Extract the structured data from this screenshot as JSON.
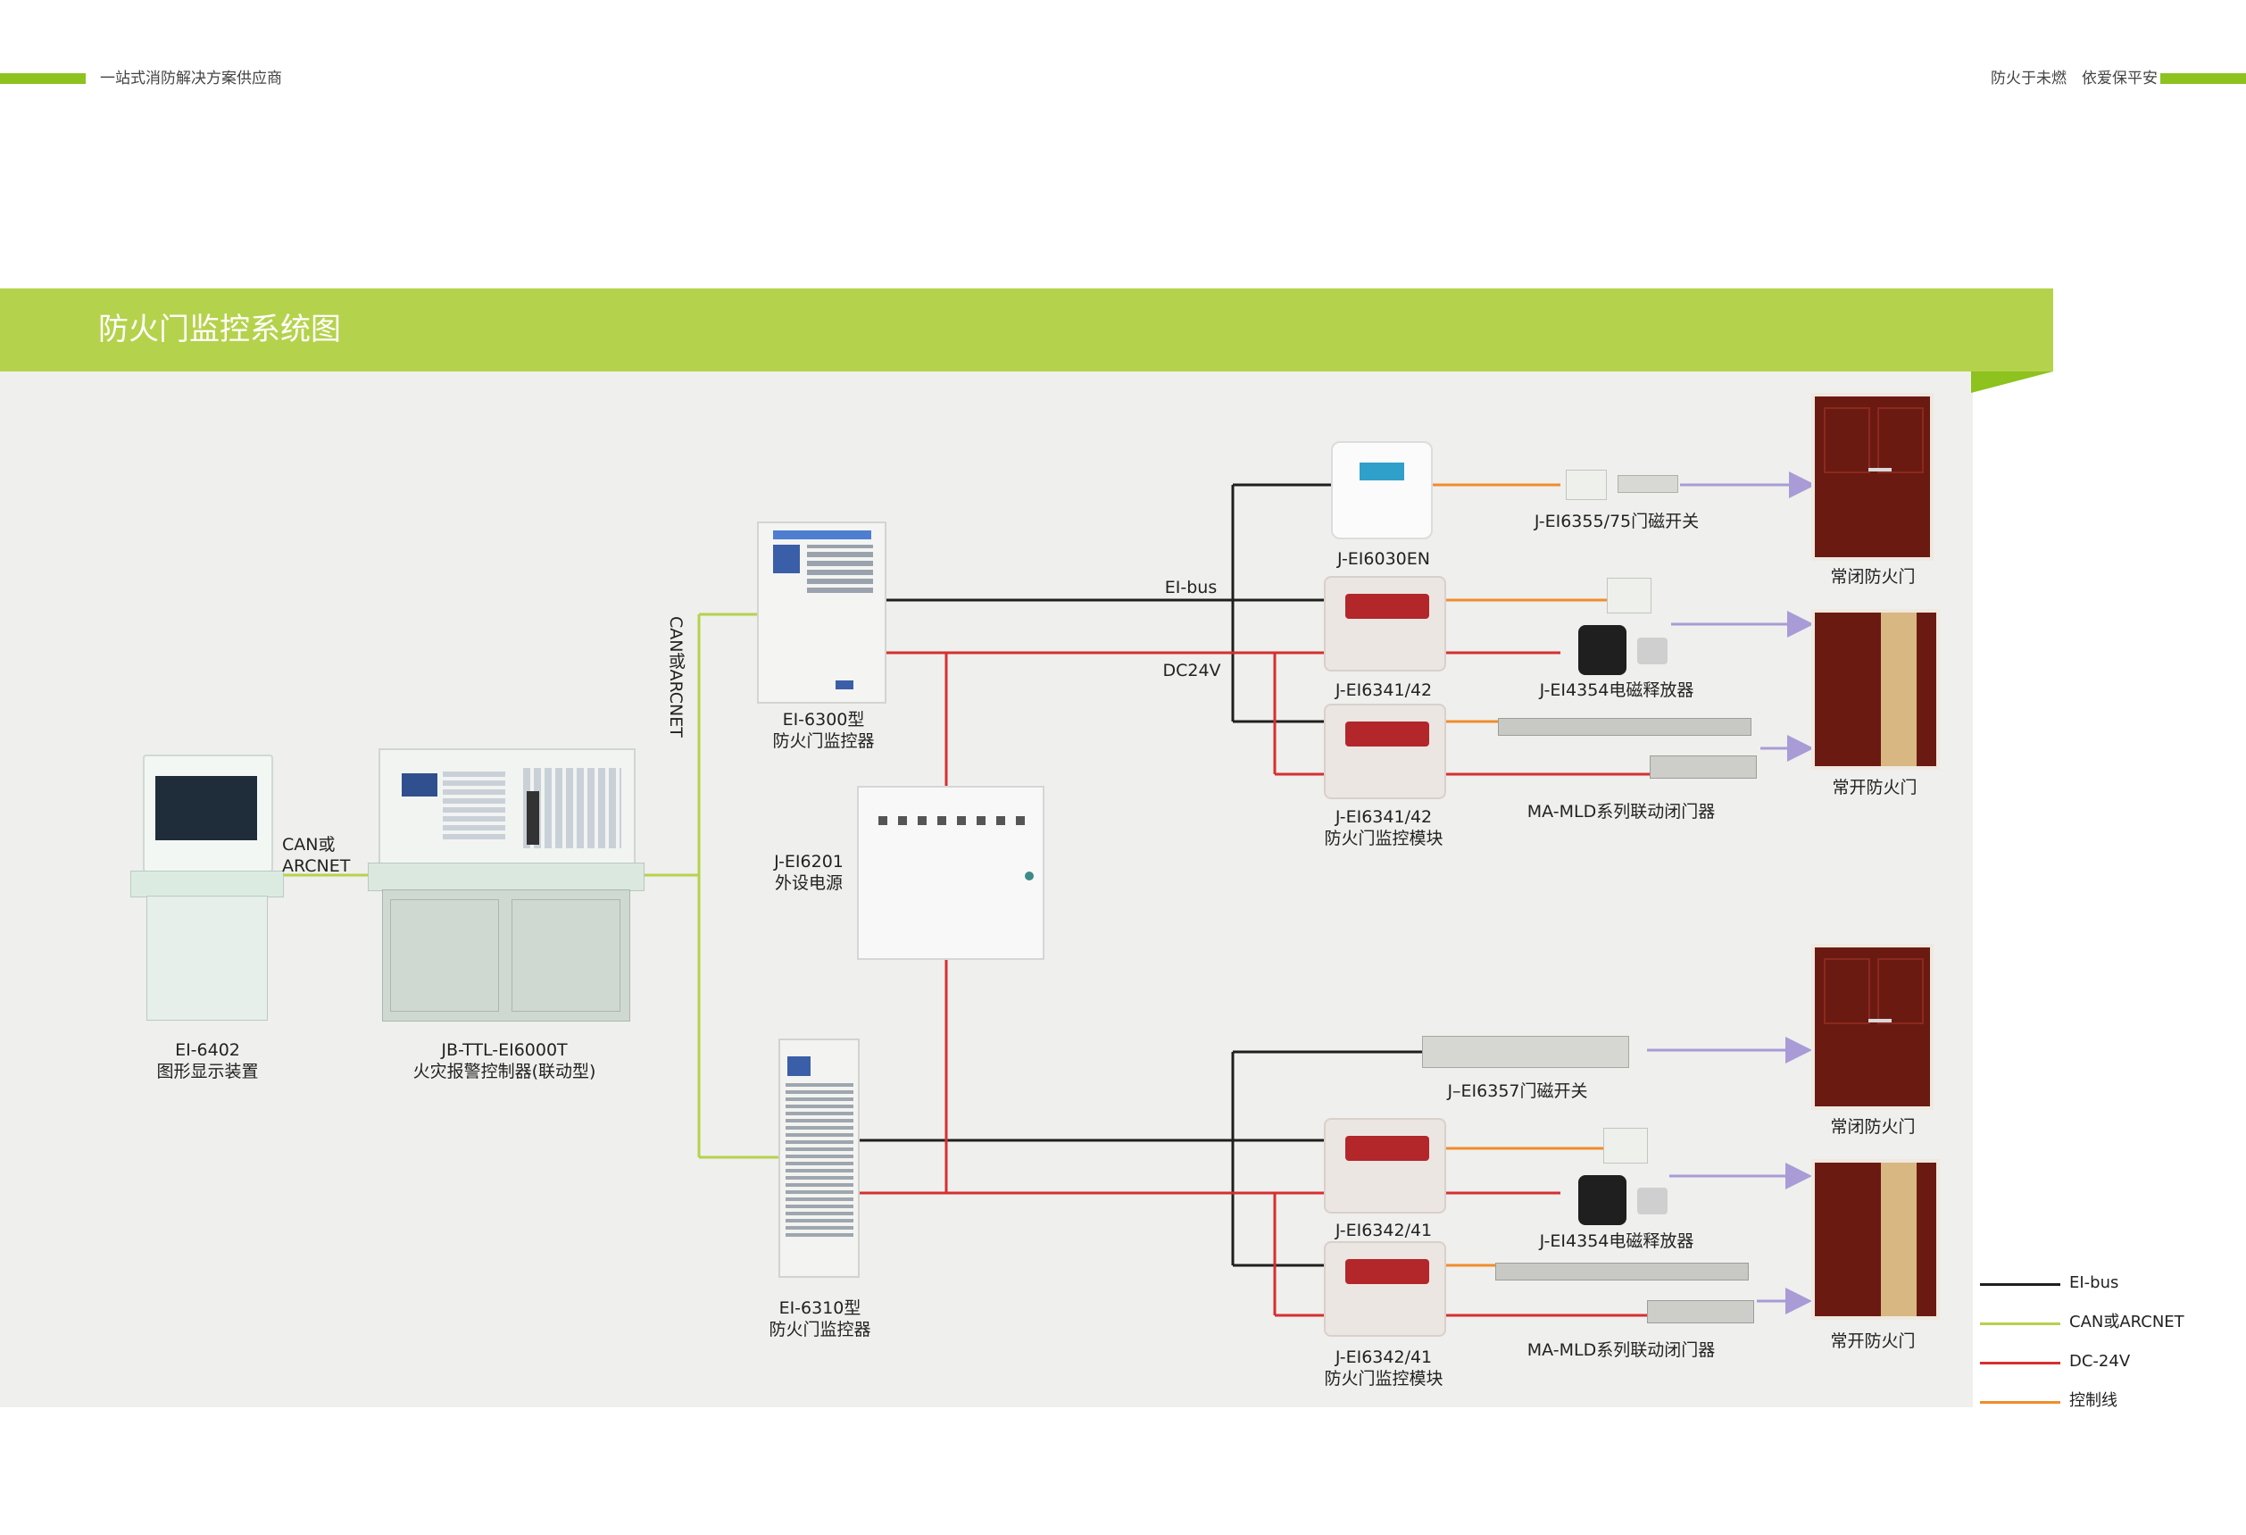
{
  "header": {
    "left_text": "一站式消防解决方案供应商",
    "right_text_1": "防火于未燃",
    "right_text_2": "依爱保平安"
  },
  "title": "防火门监控系统图",
  "colors": {
    "accent_green": "#8dc21f",
    "band_green": "#b5d24c",
    "ei_bus": "#1f1f1f",
    "can_arcnet": "#b5d24c",
    "dc24v": "#d62f2f",
    "control": "#f08c2c",
    "action_arrow": "#a99bd6"
  },
  "equipment": {
    "display_unit": {
      "model": "EI-6402",
      "name": "图形显示装置"
    },
    "fire_controller": {
      "model": "JB-TTL-EI6000T",
      "name": "火灾报警控制器(联动型)"
    },
    "link_label_1": "CAN或",
    "link_label_2": "ARCNET",
    "vertical_link_label": "CAN或ARCNET",
    "monitor_6300": {
      "model": "EI-6300型",
      "name": "防火门监控器"
    },
    "monitor_6310": {
      "model": "EI-6310型",
      "name": "防火门监控器"
    },
    "power_supply": {
      "model": "J-EI6201",
      "name": "外设电源"
    },
    "bus_label": "EI-bus",
    "dc_label": "DC24V",
    "module_6030": "J-EI6030EN",
    "module_6341_a": "J-EI6341/42",
    "module_6341_b_model": "J-EI6341/42",
    "module_6341_b_name": "防火门监控模块",
    "module_6342_a": "J-EI6342/41",
    "module_6342_b_model": "J-EI6342/41",
    "module_6342_b_name": "防火门监控模块",
    "door_switch_6355": "J-EI6355/75门磁开关",
    "door_switch_6357": "J–EI6357门磁开关",
    "releaser_top": "J-EI4354电磁释放器",
    "releaser_bottom": "J-EI4354电磁释放器",
    "closer_top": "MA-MLD系列联动闭门器",
    "closer_bottom": "MA-MLD系列联动闭门器",
    "door_closed_top": "常闭防火门",
    "door_open_top": "常开防火门",
    "door_closed_bottom": "常闭防火门",
    "door_open_bottom": "常开防火门"
  },
  "legend": [
    {
      "label": "EI-bus",
      "color": "#1f1f1f"
    },
    {
      "label": "CAN或ARCNET",
      "color": "#b5d24c"
    },
    {
      "label": "DC-24V",
      "color": "#d62f2f"
    },
    {
      "label": "控制线",
      "color": "#f08c2c"
    }
  ]
}
